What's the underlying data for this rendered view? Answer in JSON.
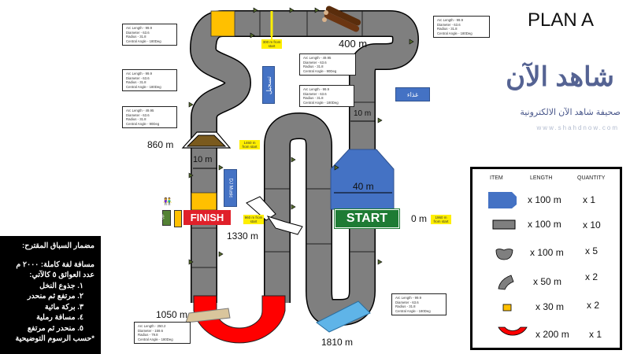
{
  "title": "PLAN A",
  "distance_labels": {
    "d400": "400 m",
    "d860": "860 m",
    "w10_left": "10 m",
    "w10_right": "10 m",
    "w40": "40 m",
    "d0": "0 m",
    "d1330": "1330 m",
    "d1050": "1050 m",
    "d1810": "1810 m"
  },
  "from_start_labels": {
    "m300": "300 m from start",
    "m1460": "1460 m from start",
    "m960": "960 m from start",
    "m1960": "1960 m from start"
  },
  "signs": {
    "start": "START",
    "finish": "FINISH"
  },
  "zones": {
    "registration": "تسجيل",
    "food": "غذاء",
    "dj": "DJ Music",
    "vip": "VIP"
  },
  "callouts": [
    {
      "arc": "Arc Length - 99.9",
      "diameter": "Diameter - 63.6",
      "radius": "Radius - 31.8",
      "angle": "Central Angle - 180Deg"
    },
    {
      "arc": "Arc Length - 99.9",
      "diameter": "Diameter - 63.6",
      "radius": "Radius - 31.8",
      "angle": "Central Angle - 180Deg"
    },
    {
      "arc": "Arc Length - 49.95",
      "diameter": "Diameter - 63.6",
      "radius": "Radius - 31.8",
      "angle": "Central Angle - 90Deg"
    },
    {
      "arc": "Arc Length - 99.9",
      "diameter": "Diameter - 63.6",
      "radius": "Radius - 31.8",
      "angle": "Central Angle - 180Deg"
    },
    {
      "arc": "Arc Length - 49.95",
      "diameter": "Diameter - 63.6",
      "radius": "Radius - 31.8",
      "angle": "Central Angle - 90Deg"
    },
    {
      "arc": "Arc Length - 99.9",
      "diameter": "Diameter - 63.6",
      "radius": "Radius - 31.8",
      "angle": "Central Angle - 180Deg"
    },
    {
      "arc": "Arc Length - 250.2",
      "diameter": "Diameter - 159.6",
      "radius": "Radius - 79.8",
      "angle": "Central Angle - 180Deg"
    },
    {
      "arc": "Arc Length - 99.9",
      "diameter": "Diameter - 63.6",
      "radius": "Radius - 31.8",
      "angle": "Central Angle - 180Deg"
    }
  ],
  "summary": {
    "heading": "مضمار السباق المقترح:",
    "lines": [
      "مسافة لفة كاملة: ٢٠٠٠ م",
      "عدد العوائق ٥ كالآتي:",
      "١. جذوع النخل",
      "٢. مرتفع ثم منحدر",
      "٣. بركة مائية",
      "٤. مسافة رملية",
      "٥. منحدر ثم مرتفع",
      "*حسب الرسوم التوضيحية"
    ]
  },
  "legend": {
    "headers": {
      "item": "ITEM",
      "length": "LENGTH",
      "quantity": "QUANTITY"
    },
    "rows": [
      {
        "item": "start-funnel",
        "length": "x 100 m",
        "quantity": "x 1"
      },
      {
        "item": "straight",
        "length": "x 100 m",
        "quantity": "x 10"
      },
      {
        "item": "half-curve",
        "length": "x 100 m",
        "quantity": "x 5"
      },
      {
        "item": "quarter-curve",
        "length": "x 50 m",
        "quantity": "x 2"
      },
      {
        "item": "yellow-block",
        "length": "x 30 m",
        "quantity": "x 2"
      },
      {
        "item": "big-u-curve",
        "length": "x 200 m",
        "quantity": "x 1"
      }
    ]
  },
  "watermark": {
    "name": "صحيفة شاهد الآن الالكترونية",
    "url": "www.shahdnow.com",
    "logo": "شاهد الآن"
  },
  "colors": {
    "track": "#7f7f7f",
    "start": "#4472c4",
    "start_sign": "#1e7b34",
    "finish": "#e0202a",
    "yellow": "#ffc000",
    "red_u": "#ff0000"
  }
}
